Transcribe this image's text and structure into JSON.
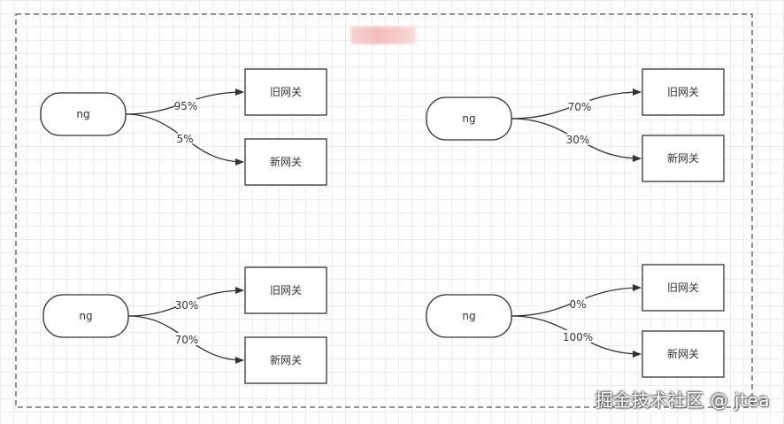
{
  "diagram": {
    "groups": [
      {
        "source": "ng",
        "targets": [
          {
            "label": "旧网关",
            "weight": "95%"
          },
          {
            "label": "新网关",
            "weight": "5%"
          }
        ]
      },
      {
        "source": "ng",
        "targets": [
          {
            "label": "旧网关",
            "weight": "70%"
          },
          {
            "label": "新网关",
            "weight": "30%"
          }
        ]
      },
      {
        "source": "ng",
        "targets": [
          {
            "label": "旧网关",
            "weight": "30%"
          },
          {
            "label": "新网关",
            "weight": "70%"
          }
        ]
      },
      {
        "source": "ng",
        "targets": [
          {
            "label": "旧网关",
            "weight": "0%"
          },
          {
            "label": "新网关",
            "weight": "100%"
          }
        ]
      }
    ]
  },
  "watermark": "掘金技术社区 @ jtea",
  "colors": {
    "stroke": "#333333",
    "border_dashed": "#555555"
  }
}
